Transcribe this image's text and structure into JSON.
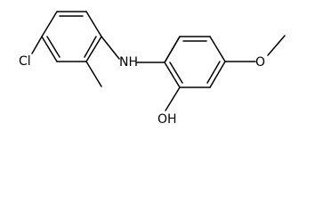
{
  "structure": {
    "atom_labels": {
      "chlorine": "Cl",
      "amine": "NH",
      "methoxy_oxygen": "O",
      "hydroxyl": "OH"
    }
  }
}
